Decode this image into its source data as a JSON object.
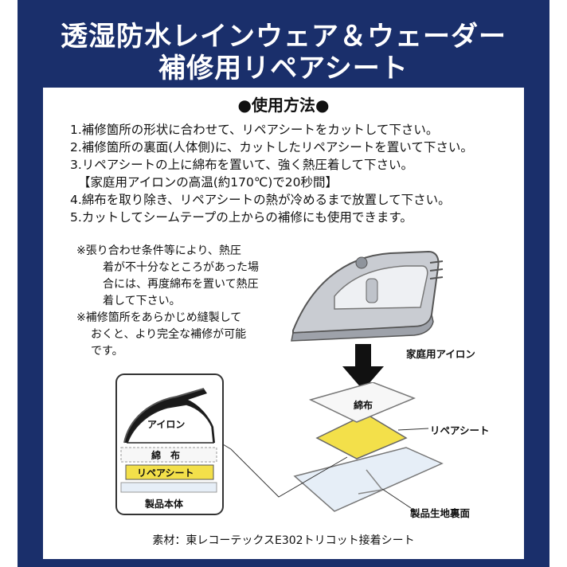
{
  "header": {
    "title_line1": "透湿防水レインウェア＆ウェーダー",
    "title_line2": "補修用リペアシート"
  },
  "usage": {
    "heading": "●使用方法●",
    "steps": [
      "1.補修箇所の形状に合わせて、リペアシートをカットして下さい。",
      "2.補修箇所の裏面(人体側)に、カットしたリペアシートを置いて下さい。",
      "3.リペアシートの上に綿布を置いて、強く熱圧着して下さい。",
      "【家庭用アイロンの高温(約170℃)で20秒間】",
      "4.綿布を取り除き、リペアシートの熱が冷めるまで放置して下さい。",
      "5.カットしてシームテープの上からの補修にも使用できます。"
    ]
  },
  "notes": [
    "※張り合わせ条件等により、熱圧",
    "着が不十分なところがあった場",
    "合には、再度綿布を置いて熱圧",
    "着して下さい。",
    "※補修箇所をあらかじめ縫製して",
    "おくと、より完全な補修が可能",
    "です。"
  ],
  "diagram": {
    "iron_caption": "家庭用アイロン",
    "cotton_label": "綿布",
    "repair_sheet_label": "リペアシート",
    "fabric_back_label": "製品生地裏面",
    "inset": {
      "iron_label": "アイロン",
      "cotton_label": "綿　布",
      "sheet_label": "リペアシート",
      "body_label": "製品本体"
    }
  },
  "material": "素材：東レコーテックスE302トリコット接着シート",
  "colors": {
    "frame": "#1a2f6b",
    "sheet_yellow": "#f3e04a",
    "fabric_blue": "#e6eef7"
  }
}
